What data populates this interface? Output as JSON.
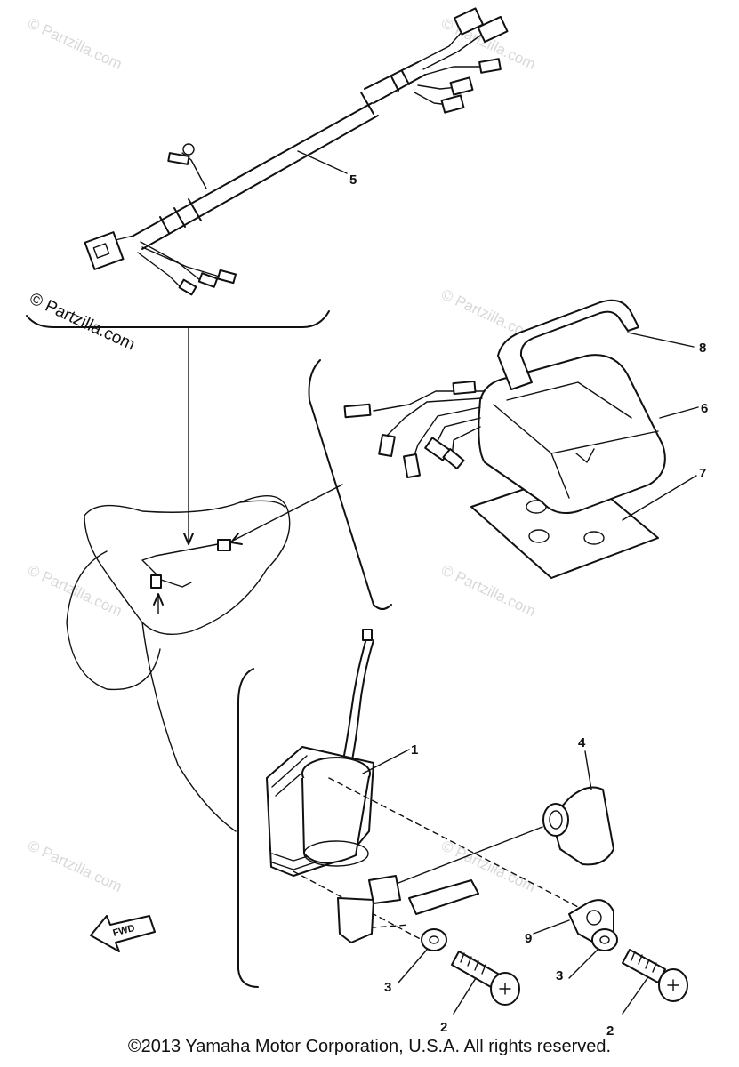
{
  "watermark": {
    "text": "© Partzilla.com"
  },
  "fwd_label": "FWD",
  "callouts": {
    "c1": "1",
    "c2a": "2",
    "c2b": "2",
    "c3a": "3",
    "c3b": "3",
    "c4": "4",
    "c5": "5",
    "c6": "6",
    "c7": "7",
    "c8": "8",
    "c9": "9"
  },
  "copyright": "©2013 Yamaha Motor Corporation, U.S.A. All rights reserved."
}
